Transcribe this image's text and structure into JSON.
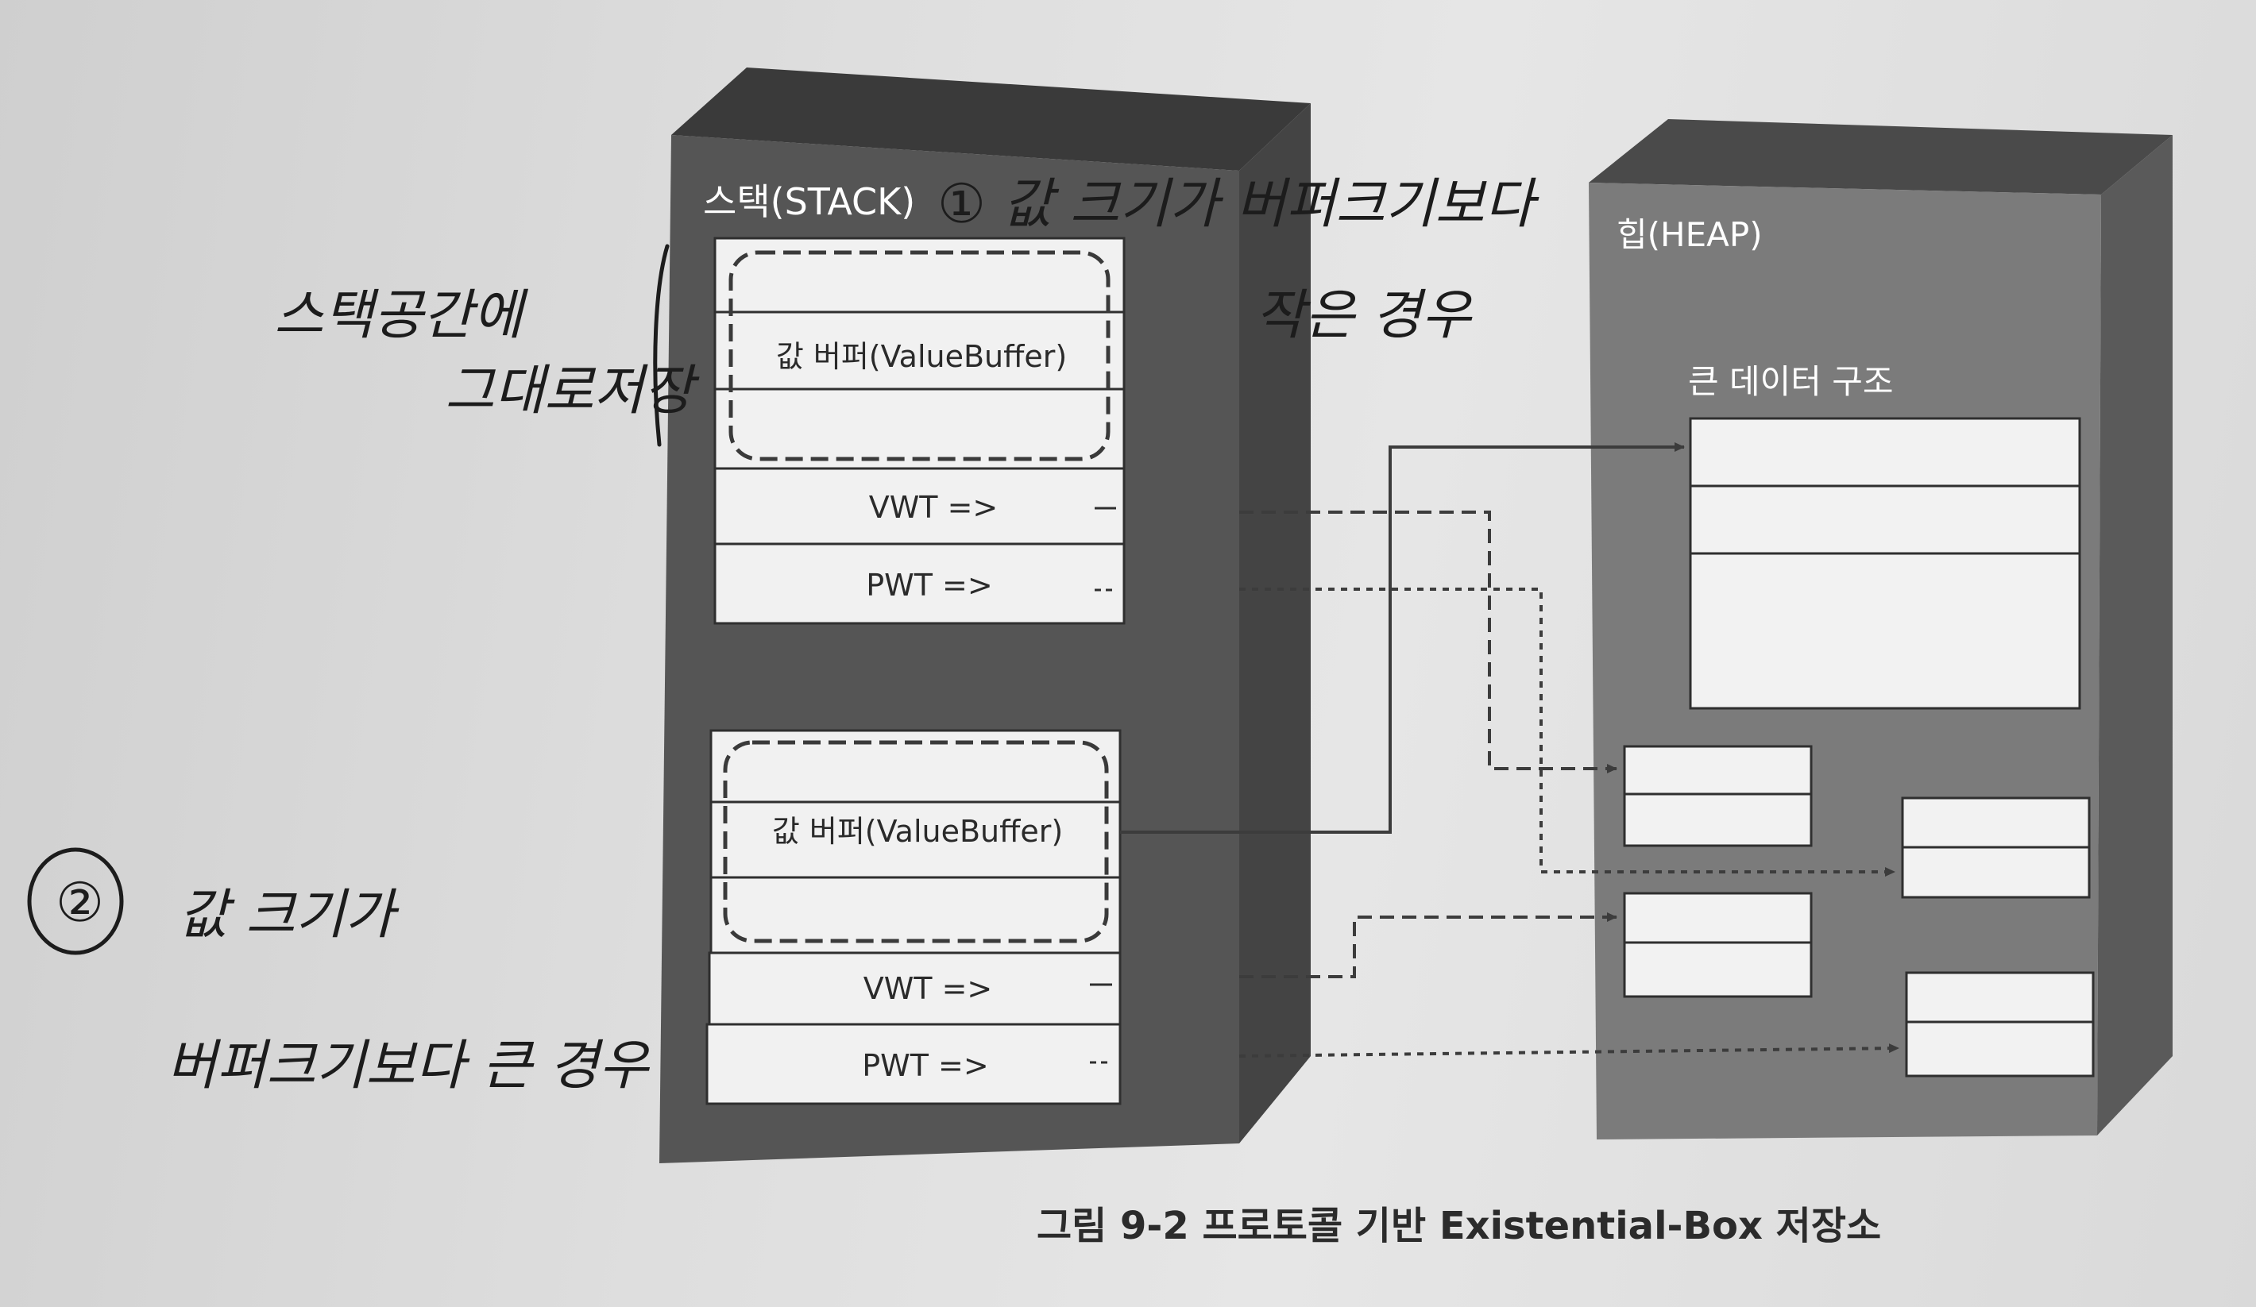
{
  "stack": {
    "title": "스택(STACK)",
    "container1": {
      "buffer_label": "값 버퍼(ValueBuffer)",
      "vwt_label": "VWT =>",
      "pwt_label": "PWT =>"
    },
    "container2": {
      "buffer_label": "값 버퍼(ValueBuffer)",
      "vwt_label": "VWT =>",
      "pwt_label": "PWT =>"
    }
  },
  "heap": {
    "title": "힙(HEAP)",
    "large_data_label": "큰 데이터 구조"
  },
  "caption": "그림 9-2 프로토콜 기반 Existential-Box 저장소",
  "annotations": {
    "note1_line1": "① 값 크기가 버퍼크기보다",
    "note1_line2": "작은 경우",
    "note_stack_line1": "스택공간에",
    "note_stack_line2": "그대로저장",
    "note2_marker": "②",
    "note2_line1": "값 크기가",
    "note2_line2": "버퍼크기보다 큰 경우"
  },
  "colors": {
    "box_front": "#555555",
    "box_side": "#444444",
    "box_top": "#3a3a3a",
    "cell_fill": "#f1f1f1",
    "page_bg": "#dedede"
  }
}
